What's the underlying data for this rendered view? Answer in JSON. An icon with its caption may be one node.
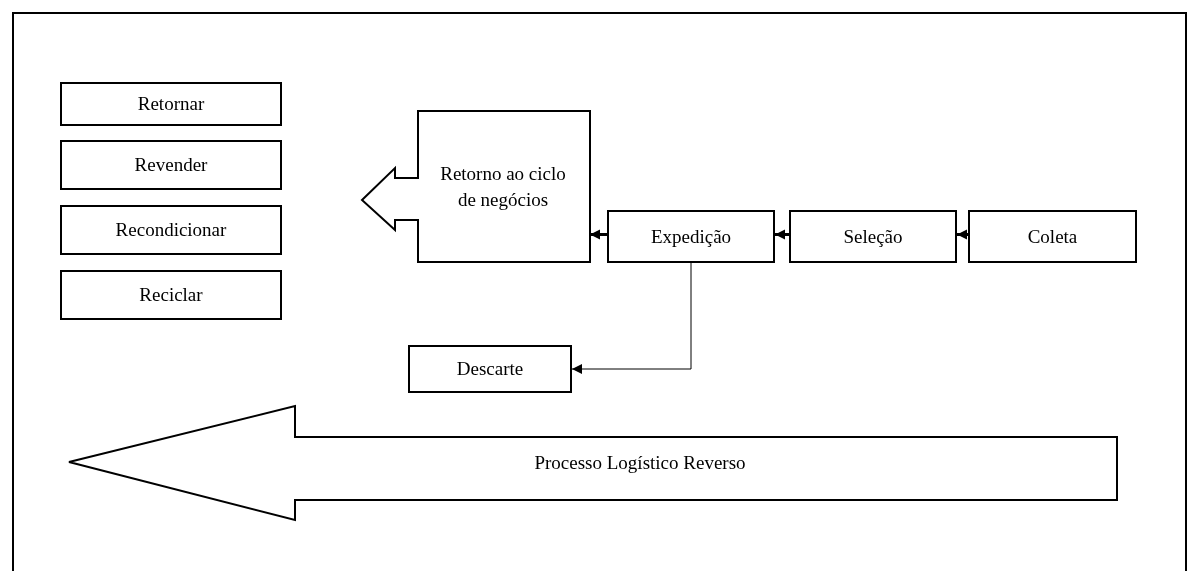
{
  "diagram": {
    "nodes": [
      {
        "text": [
          "Retornar"
        ]
      },
      {
        "text": [
          "Revender"
        ]
      },
      {
        "text": [
          "Recondicionar"
        ]
      },
      {
        "text": [
          "Reciclar"
        ]
      },
      {
        "text": [
          "Retorno ao ciclo de negócios"
        ]
      },
      {
        "text": [
          "Expedição"
        ]
      },
      {
        "text": [
          "Seleção"
        ]
      },
      {
        "text": [
          "Coleta"
        ]
      },
      {
        "text": [
          "Descarte"
        ]
      },
      {
        "text": [
          "Processo Logístico Reverso"
        ]
      }
    ],
    "edges": [
      {
        "from": 7,
        "to": 6,
        "arrow": "to"
      },
      {
        "from": 6,
        "to": 5,
        "arrow": "to"
      },
      {
        "from": 5,
        "to": 4,
        "arrow": "to"
      },
      {
        "from": 5,
        "to": 8,
        "arrow": "to"
      }
    ]
  }
}
